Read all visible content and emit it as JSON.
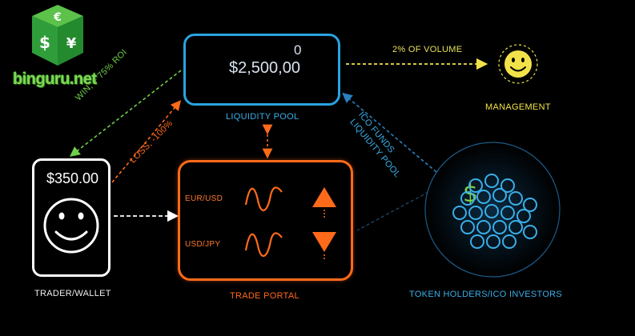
{
  "logo": {
    "text": "binguru.net",
    "symbols": [
      "€",
      "$",
      "¥"
    ]
  },
  "liquidity_pool": {
    "amount": "$2,500,00",
    "extra": "0",
    "label": "LIQUIDITY POOL"
  },
  "trader": {
    "amount": "$350.00",
    "label": "TRADER/WALLET"
  },
  "trade_portal": {
    "label": "TRADE PORTAL",
    "pairs": [
      {
        "name": "EUR/USD",
        "arrow": "up"
      },
      {
        "name": "USD/JPY",
        "arrow": "down"
      }
    ]
  },
  "management": {
    "label": "MANAGEMENT",
    "fee_label": "2% OF VOLUME"
  },
  "investors": {
    "label": "TOKEN HOLDERS/ICO INVESTORS"
  },
  "flows": {
    "win_label": "WIN, + 75% ROI",
    "loss_label": "LOSS, -100%",
    "ico_line1": "ICO FUNDS",
    "ico_line2": "LIQUIDITY POOL"
  },
  "colors": {
    "pool": "#2aa3e0",
    "portal": "#ff6a1a",
    "trader": "#ffffff",
    "management": "#f2e24a",
    "win": "#6fcf4a",
    "loss": "#ff6a1a",
    "logo": "#2f9e3a"
  }
}
